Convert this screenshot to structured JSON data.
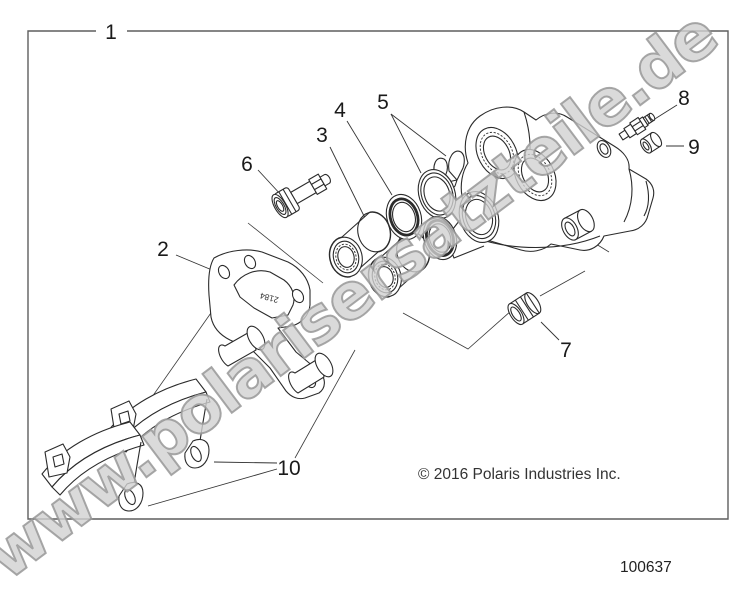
{
  "frame": {
    "callout": "1"
  },
  "callouts": {
    "c2": "2",
    "c3": "3",
    "c4": "4",
    "c5": "5",
    "c6": "6",
    "c7": "7",
    "c8": "8",
    "c9": "9",
    "c10": "10"
  },
  "diagram": {
    "bracket_stamp": "2184",
    "colors": {
      "line": "#2b2b2b",
      "border": "#5f5f5f",
      "callout_text": "#1a1a1a",
      "watermark_fill": "#d1d1d1",
      "watermark_outline": "#989898"
    }
  },
  "watermark": {
    "text": "www.polarisersatzteile.de"
  },
  "footer": {
    "copyright": "© 2016 Polaris Industries Inc.",
    "drawing_number": "100637"
  }
}
